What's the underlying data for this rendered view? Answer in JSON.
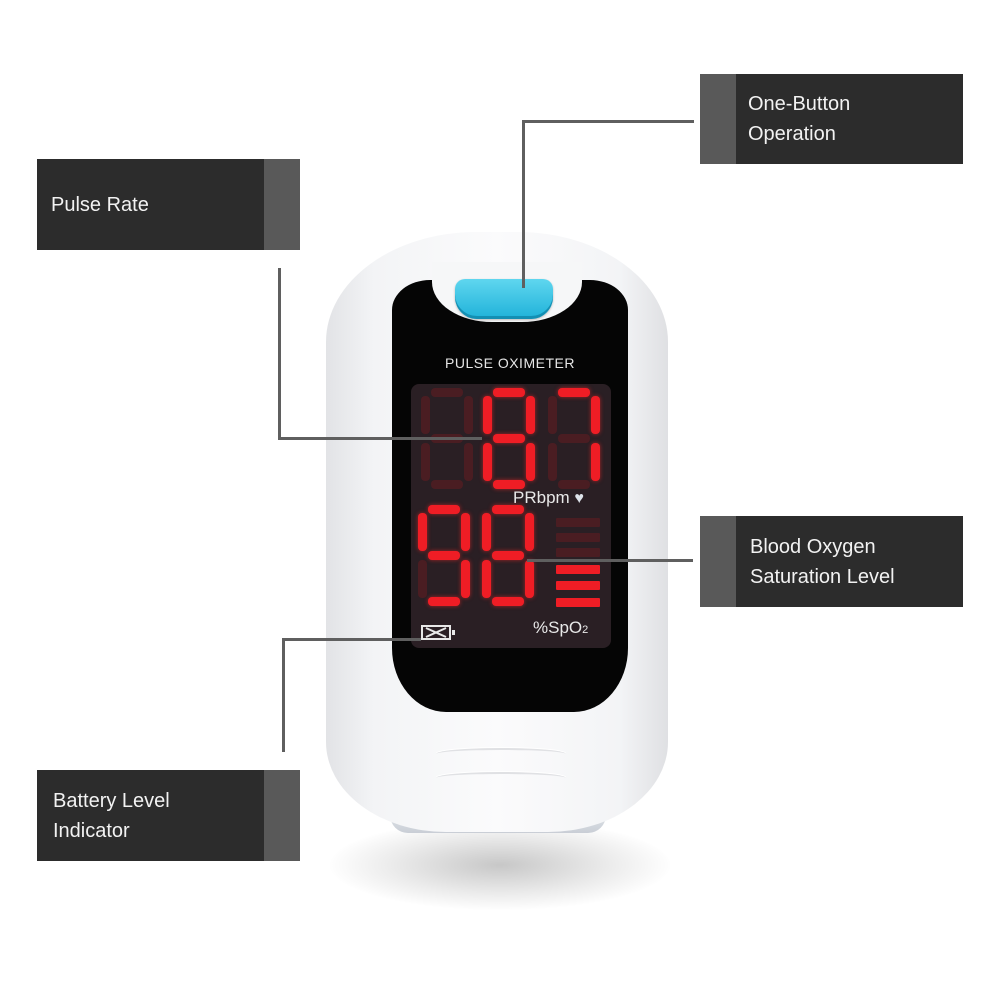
{
  "callouts": [
    {
      "id": "one-button",
      "text": "One-Button\nOperation"
    },
    {
      "id": "pulse-rate",
      "text": "Pulse Rate"
    },
    {
      "id": "blood-oxygen",
      "text": "Blood Oxygen\nSaturation Level"
    },
    {
      "id": "battery",
      "text": "Battery Level\nIndicator"
    }
  ],
  "device": {
    "brand_label": "PULSE OXIMETER",
    "pulse_rate": {
      "value": "87",
      "unit": "PRbpm",
      "icon": "heart-icon"
    },
    "spo2": {
      "value": "98",
      "unit": "%SpO",
      "unit_sub": "2",
      "bar_graph": {
        "total": 6,
        "lit": 3
      }
    },
    "battery": {
      "icon": "battery-empty-icon"
    },
    "button": {
      "color": "#2fc0e3"
    }
  },
  "colors": {
    "callout_bg": "#2c2c2c",
    "callout_tab": "#595959",
    "leader_line": "#5f5f5f",
    "segment_on": "#ef1d25",
    "segment_off": "#4a1d22"
  }
}
